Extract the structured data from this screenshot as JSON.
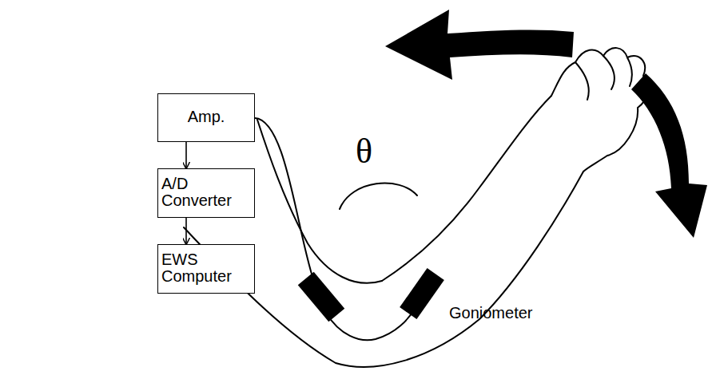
{
  "diagram": {
    "nodes": [
      {
        "text": [
          "Amp."
        ]
      },
      {
        "text": [
          "A/D Converter"
        ]
      },
      {
        "text": [
          "EWS Computer"
        ]
      }
    ],
    "edges": [
      {
        "from": 0,
        "to": 1,
        "arrow": "to"
      },
      {
        "from": 1,
        "to": 2,
        "arrow": "to"
      }
    ],
    "labels": [
      "θ",
      "Goniometer"
    ]
  }
}
